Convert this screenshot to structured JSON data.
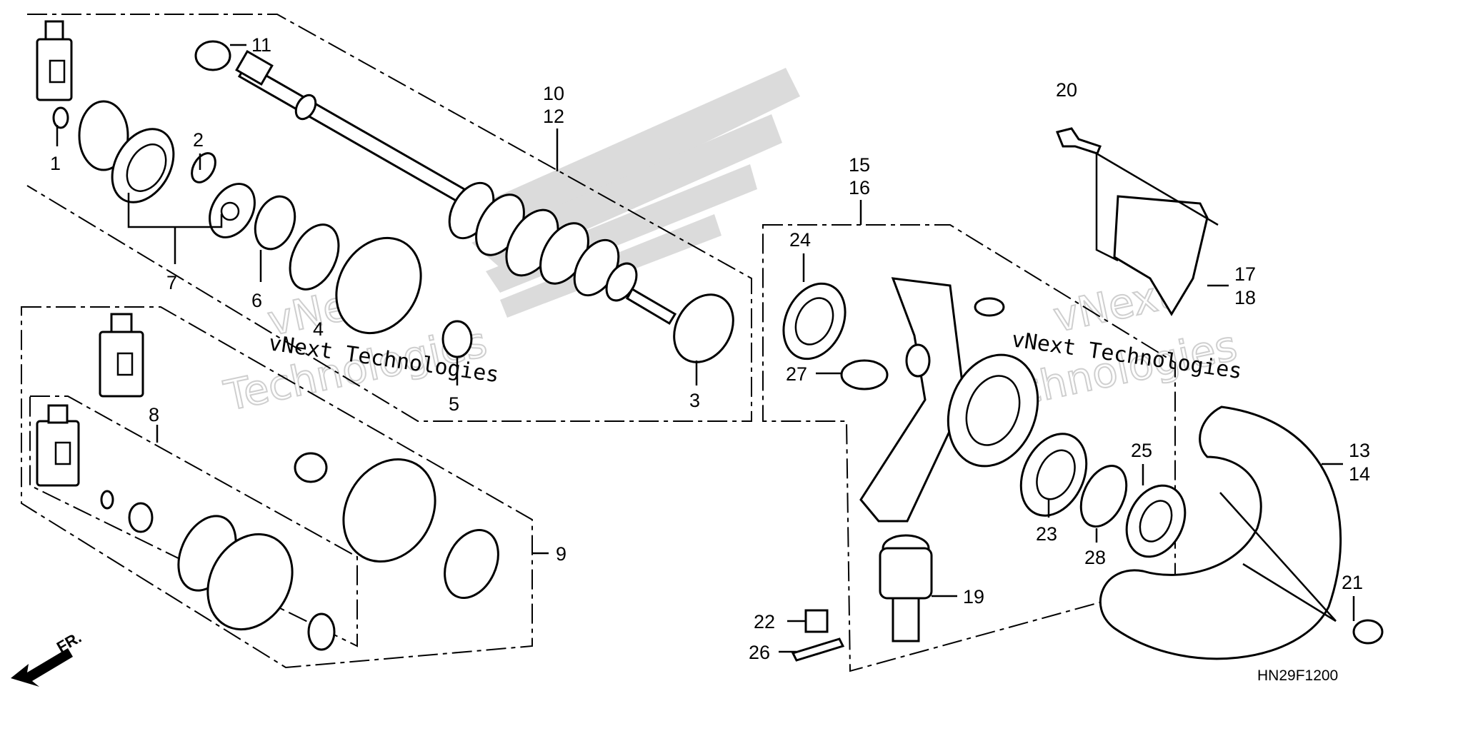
{
  "callouts": {
    "c1": "1",
    "c2": "2",
    "c3": "3",
    "c4": "4",
    "c5": "5",
    "c6": "6",
    "c7": "7",
    "c8": "8",
    "c9": "9",
    "c10": "10",
    "c12": "12",
    "c11": "11",
    "c13": "13",
    "c14": "14",
    "c15": "15",
    "c16": "16",
    "c17": "17",
    "c18": "18",
    "c19": "19",
    "c20": "20",
    "c21": "21",
    "c22": "22",
    "c23": "23",
    "c24": "24",
    "c25": "25",
    "c26": "26",
    "c27": "27",
    "c28": "28"
  },
  "diagram_code": "HN29F1200",
  "front_label": "FR.",
  "watermark": {
    "text": "vNext Technologies",
    "ghost_line1": "vNext",
    "ghost_line2": "Technologies"
  },
  "colors": {
    "ink": "#000000",
    "background": "#ffffff",
    "watermark": "#cfcfcf"
  },
  "icons": [
    "grease-bottle-icon",
    "front-direction-arrow-icon"
  ]
}
